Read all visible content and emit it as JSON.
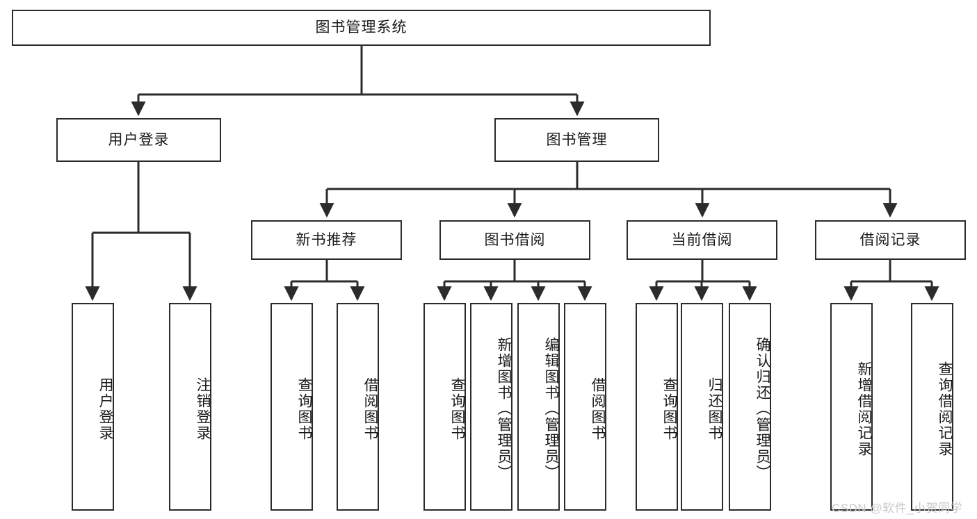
{
  "diagram": {
    "title": "图书管理系统",
    "type": "tree-hierarchy-chart",
    "colors": {
      "box_border": "#2b2b2b",
      "box_fill": "#ffffff",
      "edge": "#2b2b2b",
      "text": "#1a1a1a",
      "watermark": "#c9c9c9",
      "background": "#ffffff"
    }
  },
  "root": {
    "label": "图书管理系统"
  },
  "level2": [
    {
      "label": "用户登录"
    },
    {
      "label": "图书管理"
    }
  ],
  "level3": [
    {
      "label": "新书推荐"
    },
    {
      "label": "图书借阅"
    },
    {
      "label": "当前借阅"
    },
    {
      "label": "借阅记录"
    }
  ],
  "leaves": {
    "user_login": [
      {
        "label": "用户登录"
      },
      {
        "label": "注销登录"
      }
    ],
    "new_book": [
      {
        "label": "查询图书"
      },
      {
        "label": "借阅图书"
      }
    ],
    "book_borrow": [
      {
        "label": "查询图书"
      },
      {
        "label": "新增图书（管理员）"
      },
      {
        "label": "编辑图书（管理员）"
      },
      {
        "label": "借阅图书"
      }
    ],
    "current_borrow": [
      {
        "label": "查询图书"
      },
      {
        "label": "归还图书"
      },
      {
        "label": "确认归还（管理员）"
      }
    ],
    "borrow_record": [
      {
        "label": "新增借阅记录"
      },
      {
        "label": "查询借阅记录"
      }
    ]
  },
  "watermark": {
    "text": "CSDN @软件_小贺同学"
  }
}
